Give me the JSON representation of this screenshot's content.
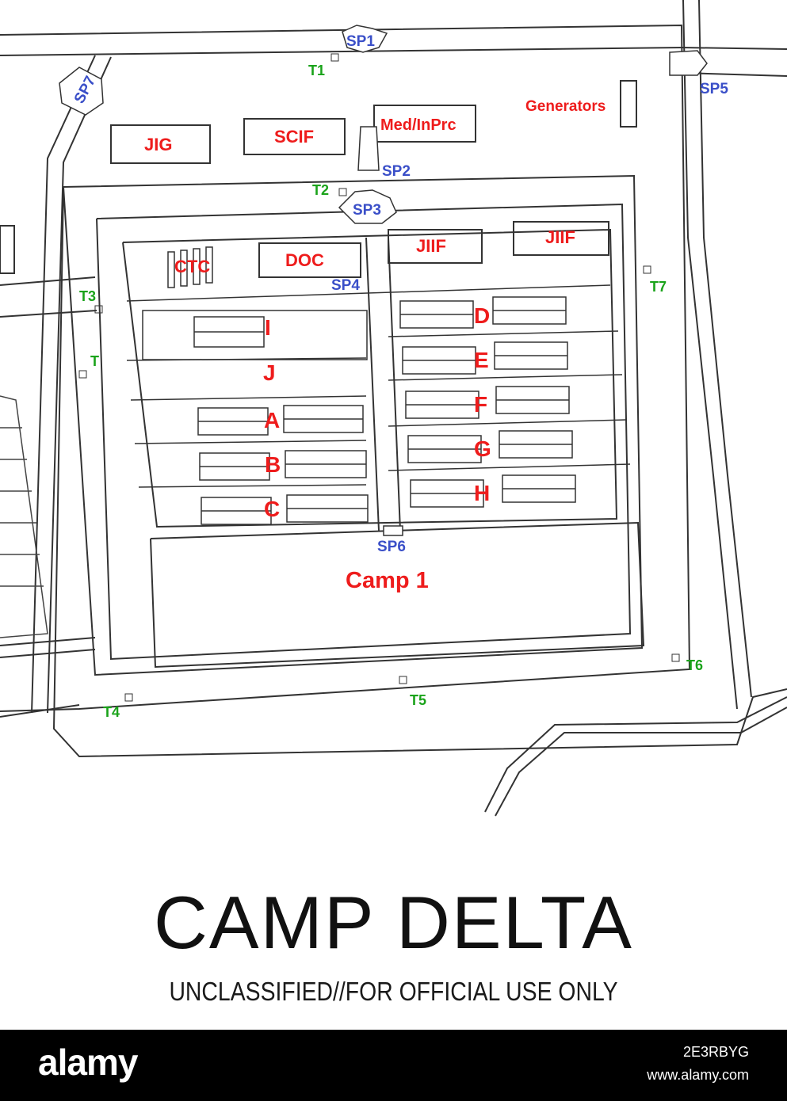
{
  "map": {
    "buildings": {
      "jig": "JIG",
      "scif": "SCIF",
      "med": "Med/InPrc",
      "generators": "Generators",
      "ctc": "CTC",
      "doc": "DOC",
      "jiif1": "JIIF",
      "jiif2": "JIIF"
    },
    "sally_ports": [
      "SP1",
      "SP2",
      "SP3",
      "SP4",
      "SP5",
      "SP6",
      "SP7"
    ],
    "towers": [
      "T1",
      "T2",
      "T3",
      "T",
      "T4",
      "T5",
      "T6",
      "T7"
    ],
    "blocks": [
      "A",
      "B",
      "C",
      "D",
      "E",
      "F",
      "G",
      "H",
      "I",
      "J"
    ],
    "camp_label": "Camp 1",
    "colors": {
      "building": "#ee1c1c",
      "sally_port": "#3a4fc8",
      "tower": "#1aa31a",
      "lines": "#333333"
    }
  },
  "title": "CAMP DELTA",
  "classification": "UNCLASSIFIED//FOR OFFICIAL USE ONLY",
  "footer": {
    "brand": "alamy",
    "image_id": "2E3RBYG",
    "site": "www.alamy.com"
  }
}
